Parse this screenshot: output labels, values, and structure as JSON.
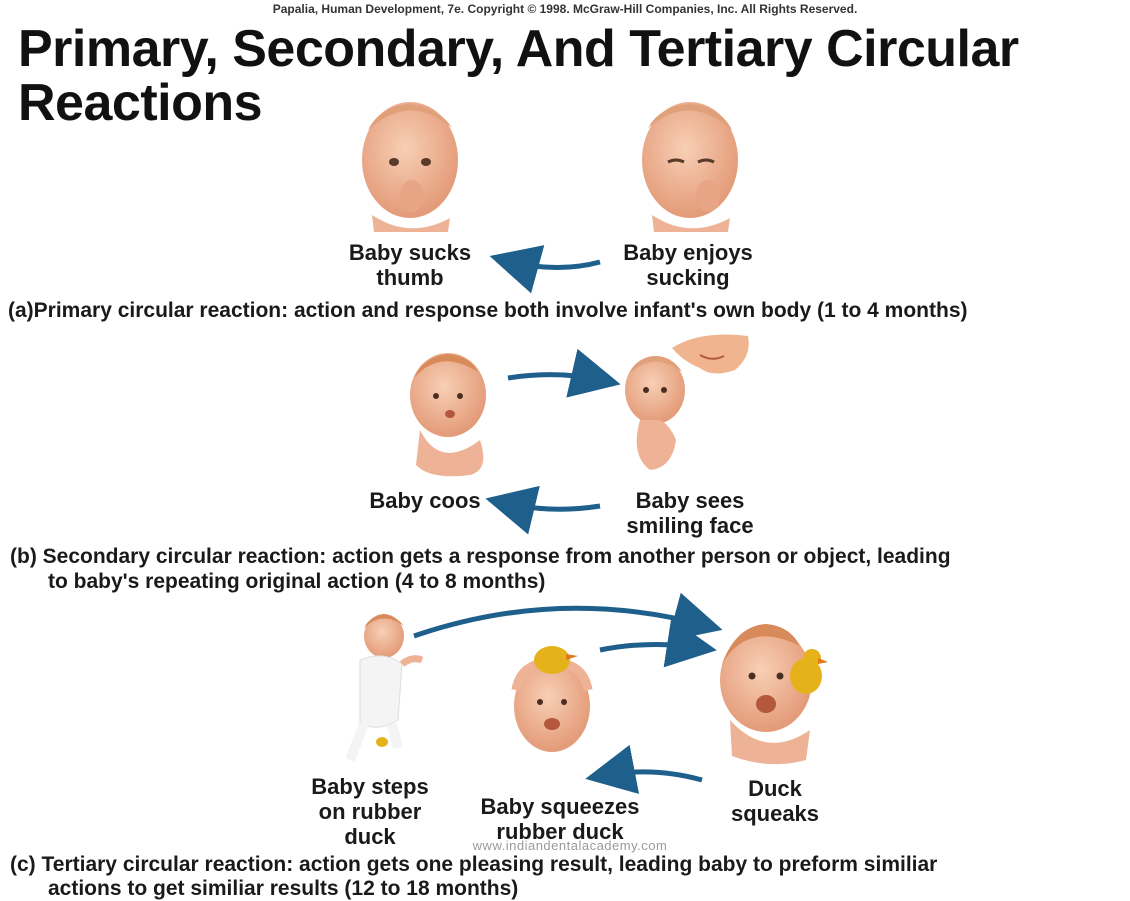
{
  "header": {
    "copyright": "Papalia, Human Development, 7e. Copyright © 1998. McGraw-Hill Companies, Inc. All Rights Reserved.",
    "title_line1": "Primary, Secondary, And Tertiary Circular",
    "title_line2": "Reactions"
  },
  "colors": {
    "arrow": "#1f5f8b",
    "skin": "#f1b493",
    "skin_shade": "#d98b6a",
    "hair": "#d98a5a",
    "duck": "#e6b21c"
  },
  "primary": {
    "label_left": "Baby sucks\nthumb",
    "label_right": "Baby enjoys\nsucking",
    "caption": "(a)Primary circular reaction: action and response both involve infant's own body (1 to 4 months)"
  },
  "secondary": {
    "label_left": "Baby coos",
    "label_right": "Baby sees\nsmiling face",
    "caption_line1": "(b) Secondary circular reaction: action gets a response from another person or object, leading",
    "caption_line2": "to baby's repeating original action (4 to 8 months)"
  },
  "tertiary": {
    "label_left": "Baby steps\non rubber\nduck",
    "label_middle": "Baby squeezes\nrubber duck",
    "label_right": "Duck\nsqueaks",
    "caption_line1": "(c) Tertiary circular reaction:  action gets one pleasing result, leading baby to preform similiar",
    "caption_line2": "actions to get similiar results (12 to 18 months)"
  },
  "watermark": "www.indiandentalacademy.com"
}
